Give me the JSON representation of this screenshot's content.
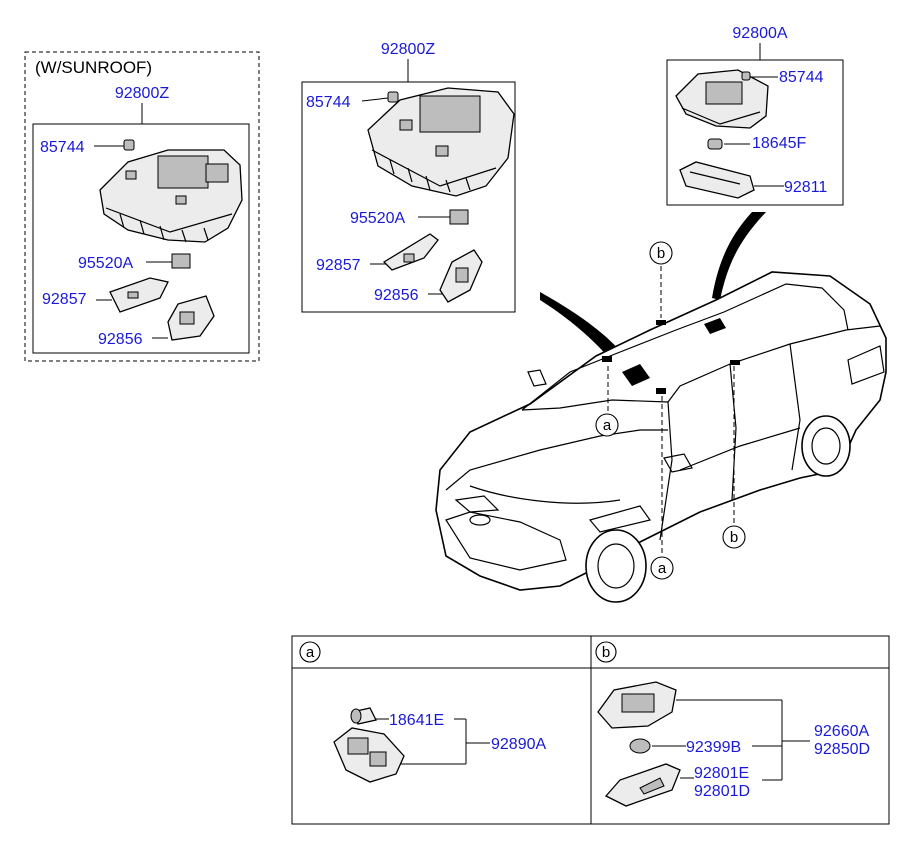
{
  "colors": {
    "label": "#1a1ad6",
    "line": "#000000"
  },
  "sunroof_box": {
    "title": "(W/SUNROOF)",
    "assembly": "92800Z",
    "bulb": "85744",
    "switch": "95520A",
    "lens_a": "92857",
    "lens_b": "92856"
  },
  "center_box": {
    "assembly": "92800Z",
    "bulb": "85744",
    "switch": "95520A",
    "lens_a": "92857",
    "lens_b": "92856"
  },
  "right_box": {
    "assembly": "92800A",
    "bulb": "85744",
    "lamp": "18645F",
    "lens": "92811"
  },
  "callouts": {
    "a": "a",
    "b": "b"
  },
  "table": {
    "section_a": {
      "letter": "a",
      "bulb": "18641E",
      "assembly": "92890A"
    },
    "section_b": {
      "letter": "b",
      "assembly_1": "92660A",
      "assembly_2": "92850D",
      "bulb": "92399B",
      "lens_1": "92801E",
      "lens_2": "92801D"
    }
  }
}
